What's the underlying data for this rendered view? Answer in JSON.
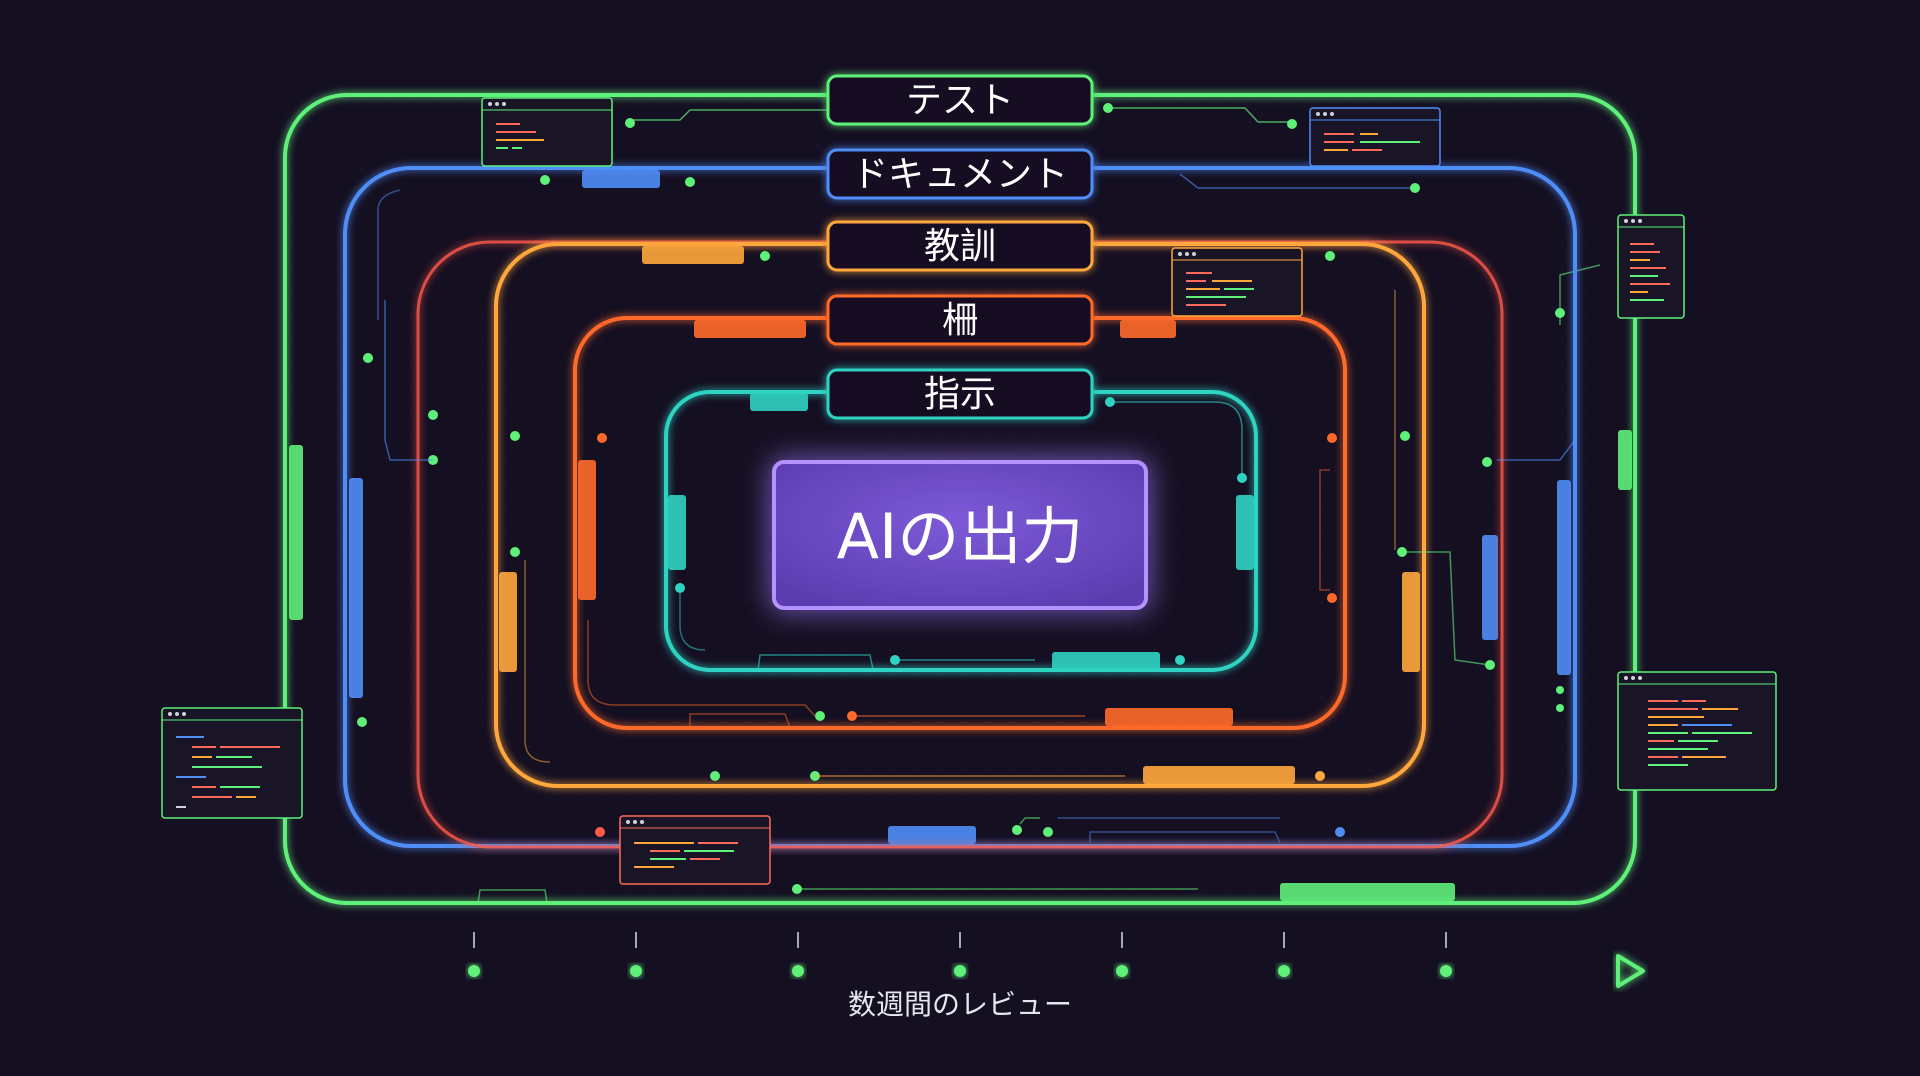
{
  "center": {
    "label": "AIの出力"
  },
  "layers": [
    {
      "label": "テスト",
      "color": "#5ff07a"
    },
    {
      "label": "ドキュメント",
      "color": "#4f8ef7"
    },
    {
      "label": "教訓",
      "color": "#ffa73c"
    },
    {
      "label": "柵",
      "color": "#ff6a2a"
    },
    {
      "label": "指示",
      "color": "#2fd3c2"
    }
  ],
  "inner_lines": [
    {
      "color": "#ff5a48"
    }
  ],
  "center_color": "#9b6cf5",
  "timeline": {
    "label": "数週間のレビュー",
    "tick_count": 7,
    "color": "#5ff07a"
  }
}
